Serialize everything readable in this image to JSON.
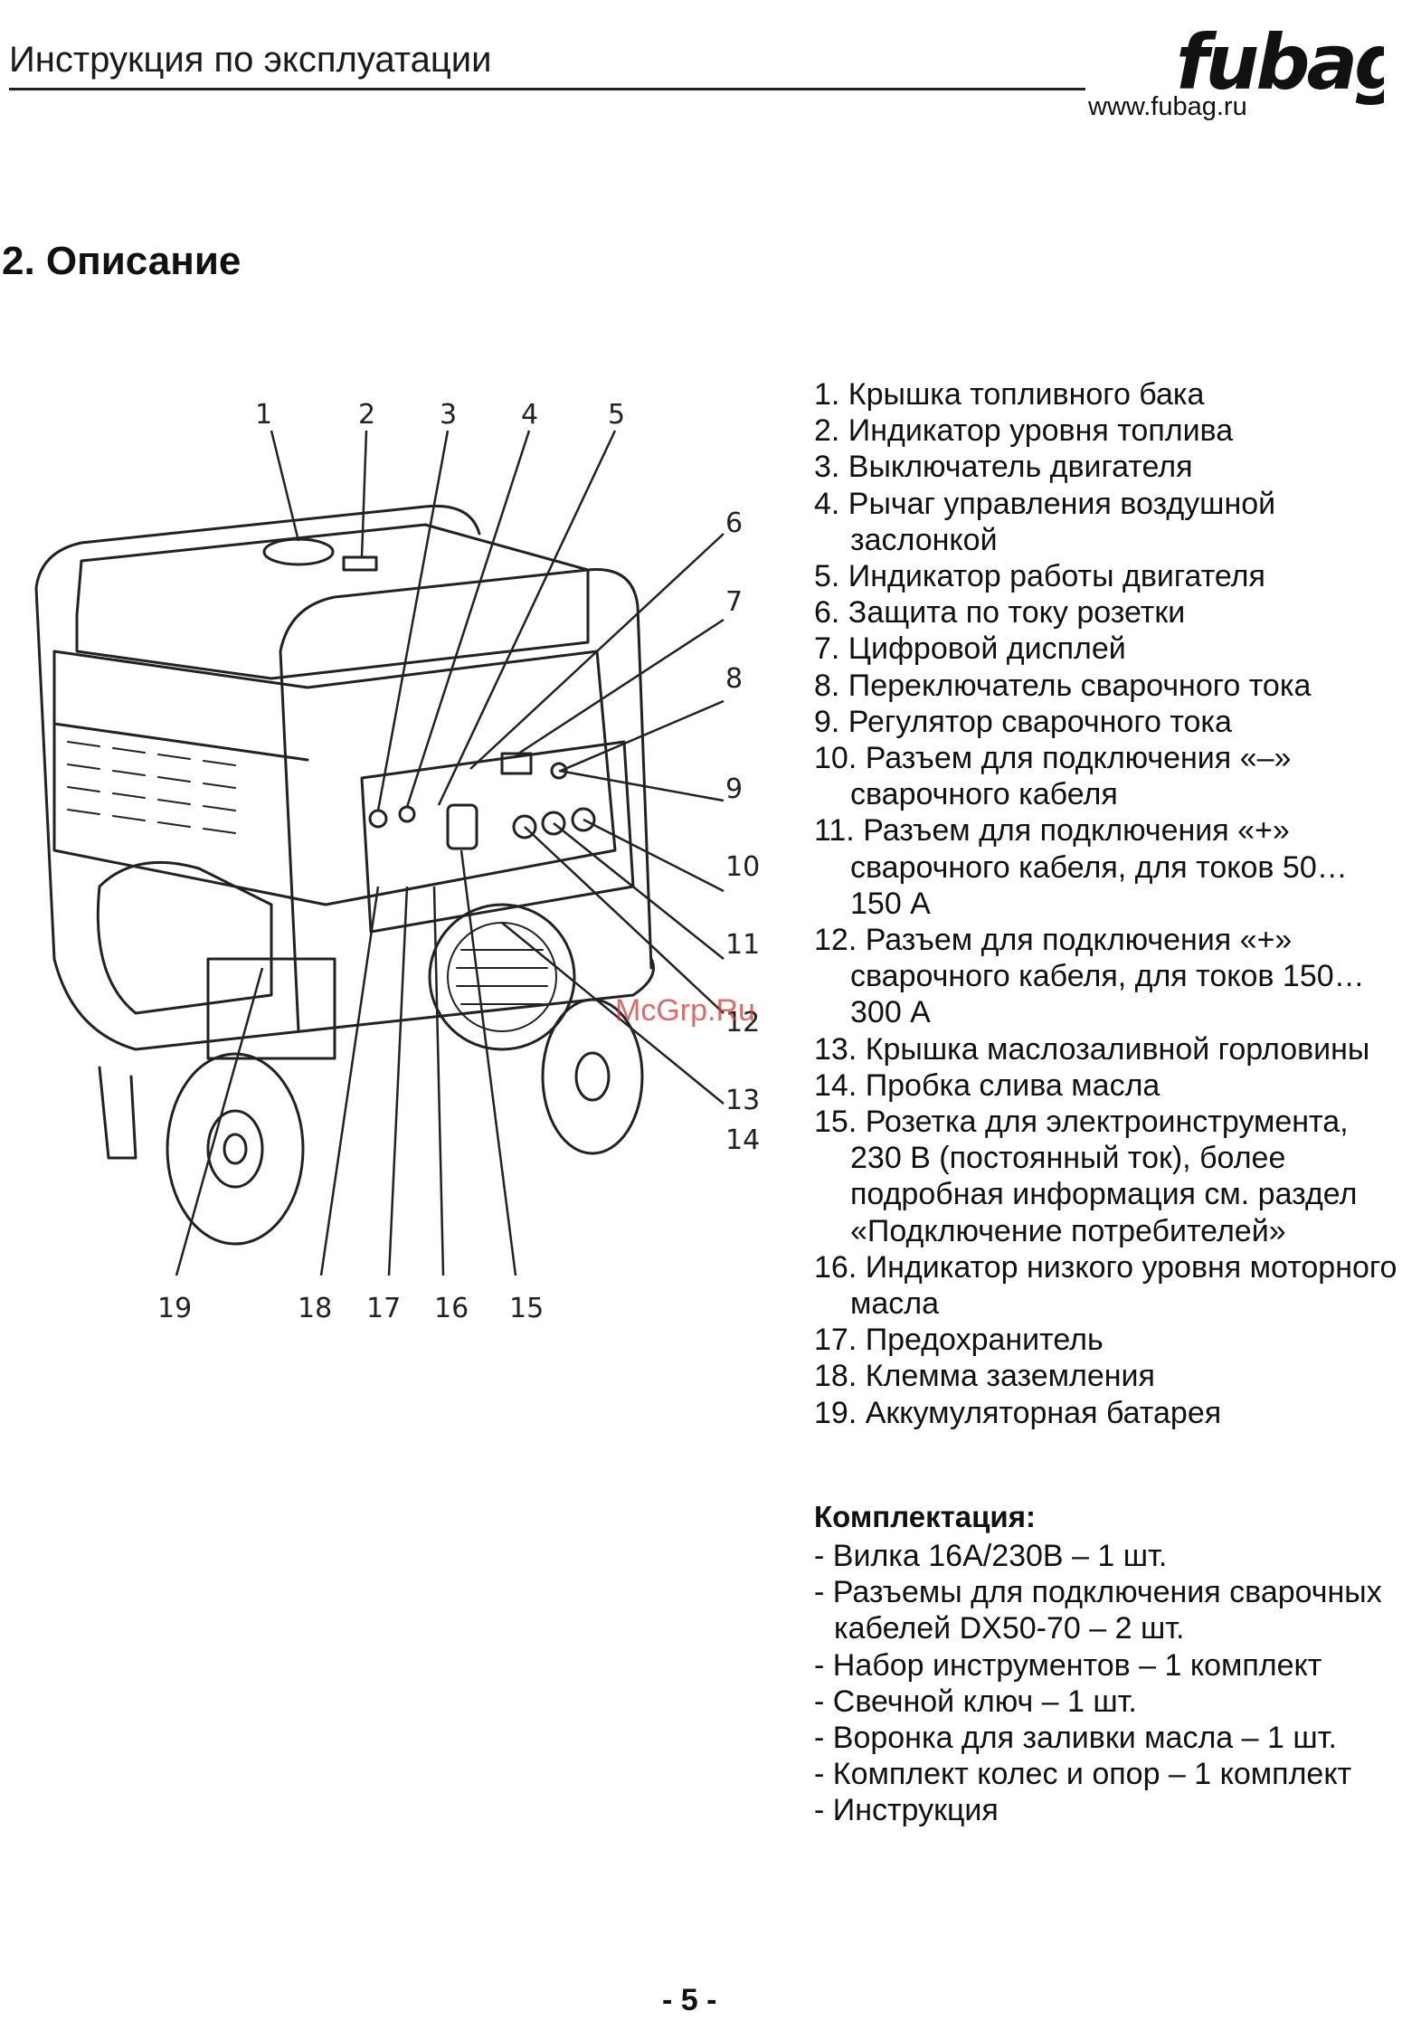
{
  "header": {
    "title": "Инструкция по эксплуатации",
    "logo_text": "fubag",
    "website": "www.fubag.ru"
  },
  "section": {
    "title": "2. Описание"
  },
  "diagram": {
    "callouts": [
      "1",
      "2",
      "3",
      "4",
      "5",
      "6",
      "7",
      "8",
      "9",
      "10",
      "11",
      "12",
      "13",
      "14",
      "15",
      "16",
      "17",
      "18",
      "19"
    ]
  },
  "watermark": "McGrp.Ru",
  "parts": [
    "1. Крышка топливного бака",
    "2. Индикатор уровня топлива",
    "3. Выключатель двигателя",
    "4. Рычаг управления воздушной заслонкой",
    "5. Индикатор работы двигателя",
    "6. Защита по току розетки",
    "7. Цифровой дисплей",
    "8. Переключатель сварочного тока",
    "9. Регулятор сварочного тока",
    "10. Разъем для подключения «–» сварочного кабеля",
    "11. Разъем для подключения «+» сварочного кабеля, для токов 50…150 А",
    "12. Разъем для подключения «+» сварочного кабеля, для токов 150…300 А",
    "13. Крышка маслозаливной горловины",
    "14. Пробка слива масла",
    "15. Розетка для электроинструмента, 230 В (постоянный ток), более подробная информация см. раздел «Подключение потребителей»",
    "16. Индикатор низкого уровня моторного масла",
    "17. Предохранитель",
    "18. Клемма заземления",
    "19. Аккумуляторная батарея"
  ],
  "kit": {
    "title": "Комплектация:",
    "items": [
      "- Вилка 16А/230В – 1 шт.",
      "- Разъемы для подключения сварочных кабелей DX50-70 – 2 шт.",
      "- Набор инструментов – 1 комплект",
      "- Свечной ключ – 1 шт.",
      "- Воронка для заливки масла – 1 шт.",
      "- Комплект колес и опор – 1 комплект",
      "- Инструкция"
    ]
  },
  "page_number": "- 5 -"
}
